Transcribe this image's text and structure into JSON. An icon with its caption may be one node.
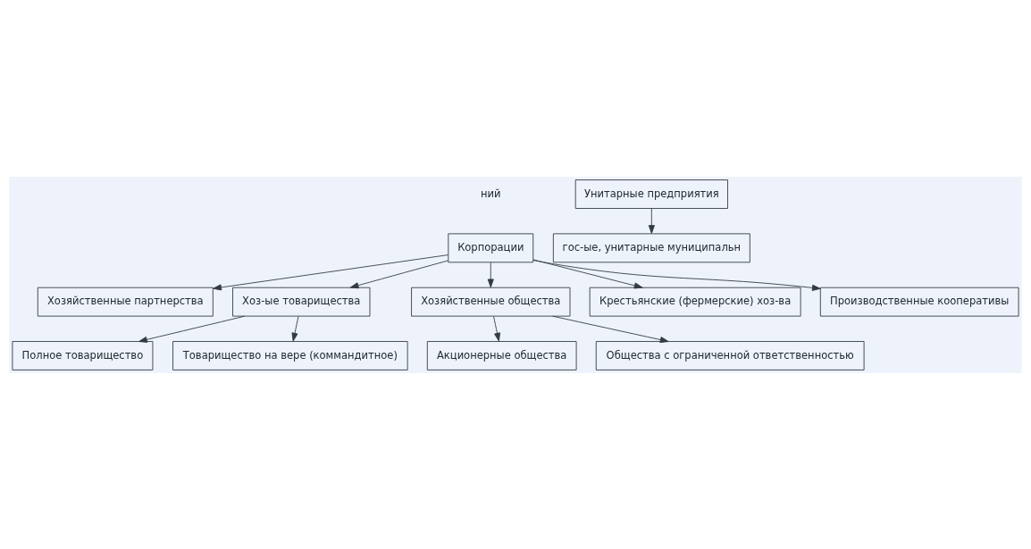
{
  "diagram": {
    "nodes": [
      {
        "text": [
          "Корпорации"
        ]
      },
      {
        "text": [
          "Хозяйственные партнерства"
        ]
      },
      {
        "text": [
          "Хоз-ые товарищества"
        ]
      },
      {
        "text": [
          "Хозяйственные общества"
        ]
      },
      {
        "text": [
          "Крестьянские (фермерские) хоз-ва"
        ]
      },
      {
        "text": [
          "Унитарные предприятия"
        ]
      },
      {
        "text": [
          "гос-ые, унитарные муниципальн"
        ]
      },
      {
        "text": [
          "Производственные кооперативы"
        ]
      },
      {
        "text": [
          "Полное товарищество"
        ]
      },
      {
        "text": [
          "Акционерные общества"
        ]
      },
      {
        "text": [
          "Товарищество на вере (коммандитное)"
        ]
      },
      {
        "text": [
          "Общества с ограниченной ответственностью"
        ]
      }
    ],
    "edges": [
      {
        "from": 0,
        "to": 1,
        "arrow": "to"
      },
      {
        "from": 0,
        "to": 2,
        "arrow": "to"
      },
      {
        "from": 0,
        "to": 3,
        "arrow": "to"
      },
      {
        "from": 0,
        "to": 4,
        "arrow": "to"
      },
      {
        "from": 0,
        "to": 7,
        "arrow": "to"
      },
      {
        "from": 5,
        "to": 6,
        "arrow": "to"
      },
      {
        "from": 2,
        "to": 8,
        "arrow": "to"
      },
      {
        "from": 2,
        "to": 10,
        "arrow": "to"
      },
      {
        "from": 3,
        "to": 9,
        "arrow": "to"
      },
      {
        "from": 3,
        "to": 11,
        "arrow": "to"
      }
    ],
    "labels": [
      "ний"
    ]
  }
}
